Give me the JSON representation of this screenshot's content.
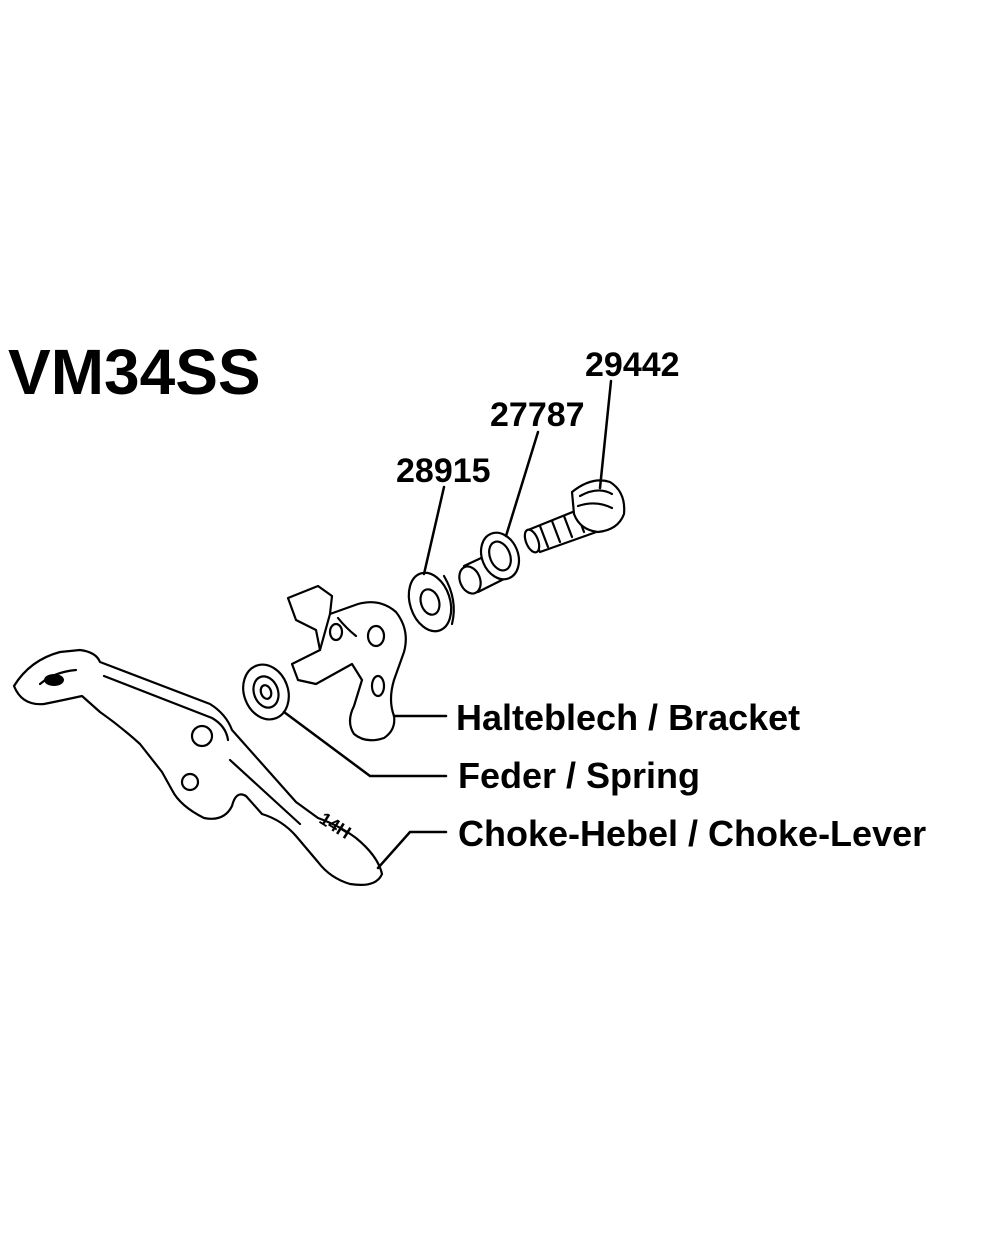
{
  "title": "VM34SS",
  "part_numbers": {
    "screw": "29442",
    "collar": "27787",
    "washer": "28915"
  },
  "callouts": {
    "bracket": "Halteblech / Bracket",
    "spring": "Feder / Spring",
    "lever": "Choke-Hebel / Choke-Lever"
  },
  "lever_stamp": "14H"
}
